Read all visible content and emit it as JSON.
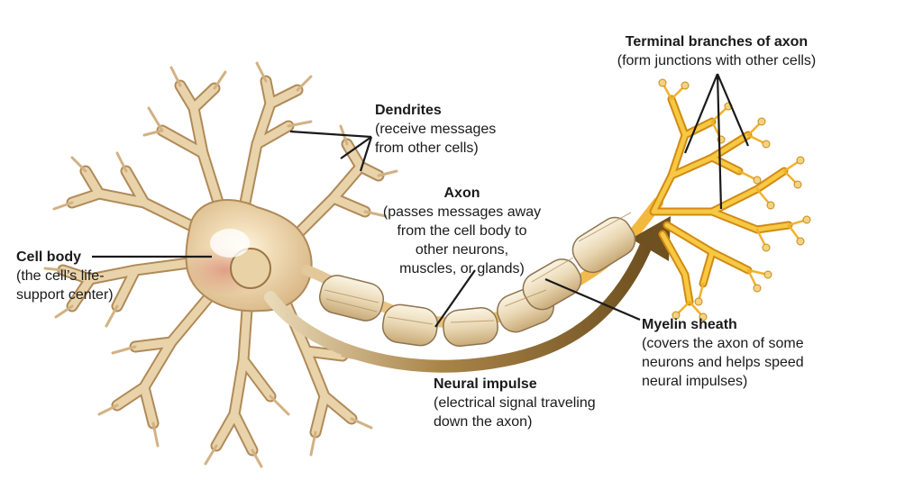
{
  "labels": {
    "dendrites": {
      "title": "Dendrites",
      "desc": "(receive messages\nfrom other cells)"
    },
    "cell_body": {
      "title": "Cell body",
      "desc": "(the cell’s life-\nsupport center)"
    },
    "axon": {
      "title": "Axon",
      "desc": "(passes messages away\nfrom the cell body to\nother neurons,\nmuscles, or glands)"
    },
    "terminal": {
      "title": "Terminal branches of axon",
      "desc": "(form junctions with other cells)"
    },
    "myelin": {
      "title": "Myelin sheath",
      "desc": "(covers the axon of some\nneurons and helps speed\nneural impulses)"
    },
    "impulse": {
      "title": "Neural impulse",
      "desc": "(electrical signal traveling\ndown the axon)"
    }
  },
  "colors": {
    "cell": "#e8d2ac",
    "cell_edge": "#b58e5e",
    "nucleus_glow": "#fff4d8",
    "myelin": "#efe2c6",
    "myelin_edge": "#8d7350",
    "terminal": "#f5c23a",
    "terminal_edge": "#d08a14",
    "impulse_arrow": "#8a6a2e",
    "leader": "#1a1a1a"
  }
}
